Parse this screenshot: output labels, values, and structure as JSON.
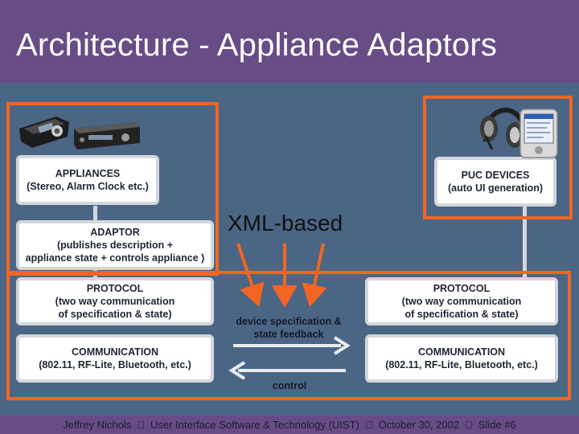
{
  "slide": {
    "title": "Architecture - Appliance Adaptors"
  },
  "left": {
    "appliances": [
      "APPLIANCES",
      "(Stereo, Alarm Clock etc.)"
    ],
    "adaptor": [
      "ADAPTOR",
      "(publishes description +",
      "appliance state + controls appliance )"
    ],
    "protocol": [
      "PROTOCOL",
      "(two way communication",
      "of specification & state)"
    ],
    "communication": [
      "COMMUNICATION",
      "(802.11, RF-Lite, Bluetooth, etc.)"
    ]
  },
  "right": {
    "puc_devices": [
      "PUC DEVICES",
      "(auto UI generation)"
    ],
    "protocol": [
      "PROTOCOL",
      "(two way communication",
      "of specification & state)"
    ],
    "communication": [
      "COMMUNICATION",
      "(802.11, RF-Lite, Bluetooth, etc.)"
    ]
  },
  "middle": {
    "xml_label": "XML-based",
    "spec_feedback": [
      "device specification &",
      "state feedback"
    ],
    "control": "control"
  },
  "footer": {
    "author": "Jeffrey Nichols",
    "venue": "User Interface Software & Technology (UIST)",
    "date": "October 30, 2002",
    "slide": "Slide #6",
    "separator": ""
  },
  "colors": {
    "background": "#4b6585",
    "title_bar": "#674c86",
    "highlight": "#f26522",
    "box_border": "#d3d7dc"
  },
  "icons": [
    "stereo-device-icon",
    "alarm-clock-device-icon",
    "headset-icon",
    "pda-icon"
  ]
}
